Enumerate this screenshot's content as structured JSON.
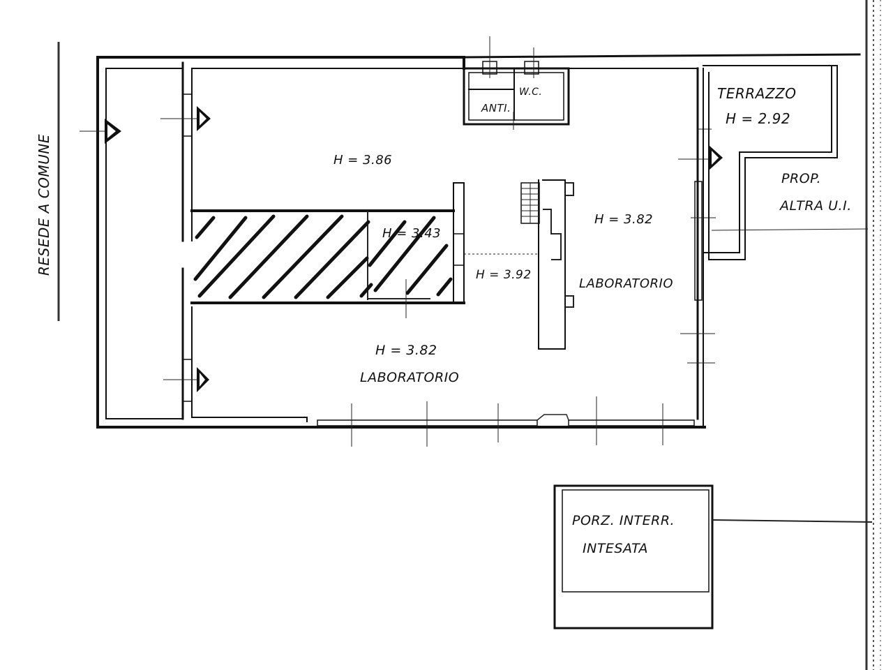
{
  "labels": {
    "resede": "RESEDE  A COMUNE",
    "terrazzo": "TERRAZZO",
    "terrazzo_h": "H = 2.92",
    "wc": "W.C.",
    "anti": "ANTI.",
    "h_top": "H = 3.86",
    "h_hatched": "H = 3.43",
    "h_corridor": "H = 3.92",
    "h_right": "H = 3.82",
    "lab_right": "LABORATORIO",
    "h_bottom": "H = 3.82",
    "lab_bottom": "LABORATORIO",
    "prop_line1": "PROP.",
    "prop_line2": "ALTRA U.I.",
    "porz_line1": "PORZ. INTERR.",
    "porz_line2": "INTESATA"
  },
  "colors": {
    "ink": "#111111",
    "paper": "#ffffff"
  },
  "icons": {
    "entrance_marker": "triangle-arrow-icon",
    "staircase": "stairs-icon"
  }
}
